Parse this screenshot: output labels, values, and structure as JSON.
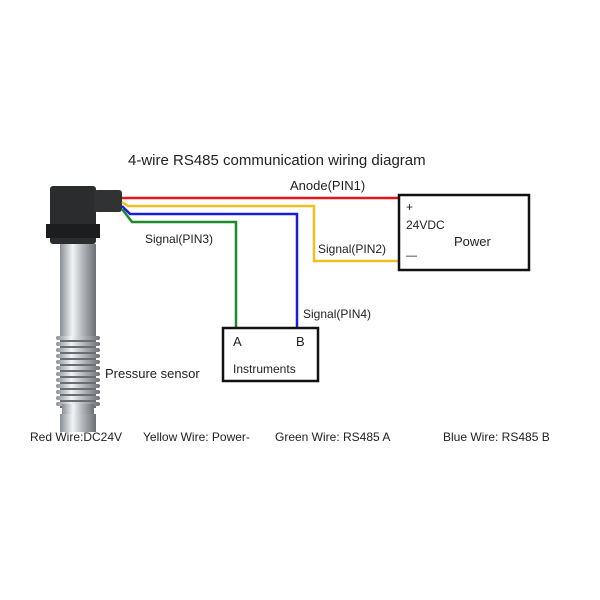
{
  "title": "4-wire RS485 communication wiring diagram",
  "wires": {
    "pin1": "Anode(PIN1)",
    "pin2": "Signal(PIN2)",
    "pin3": "Signal(PIN3)",
    "pin4": "Signal(PIN4)"
  },
  "power": {
    "plus": "+",
    "voltage": "24VDC",
    "label": "Power",
    "minus": "—"
  },
  "instruments": {
    "a": "A",
    "b": "B",
    "label": "Instruments"
  },
  "sensor_label": "Pressure sensor",
  "legend": [
    "Red Wire:DC24V",
    "Yellow Wire: Power-",
    "Green Wire: RS485 A",
    "Blue Wire: RS485 B"
  ],
  "colors": {
    "red": "#e8141c",
    "yellow": "#f0c020",
    "green": "#1a8a2a",
    "blue": "#1a1ae0"
  }
}
